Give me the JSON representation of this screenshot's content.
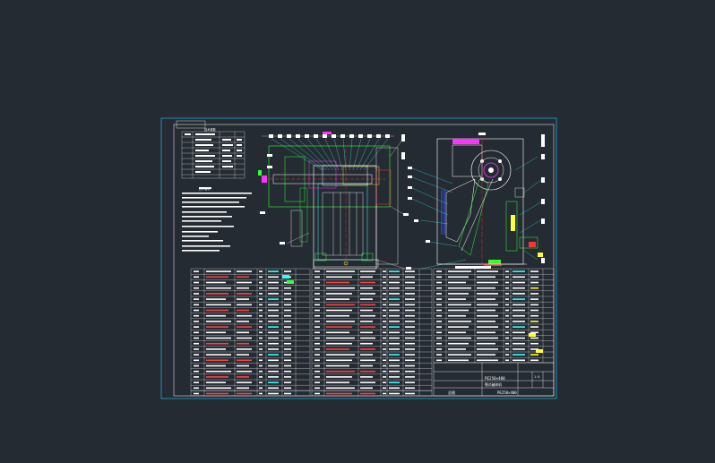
{
  "viewport": {
    "background": "#252b33"
  },
  "sheet": {
    "frame_color": "#1fa8d8",
    "line_color": "#ffffff",
    "accent_colors": {
      "magenta": "#ff33ff",
      "green": "#33ff33",
      "yellow": "#ffff33",
      "red": "#ff3333",
      "cyan": "#33ffff",
      "blue": "#3355ff"
    }
  },
  "title_block": {
    "drawing_name": "PE250×400",
    "subtitle": "颚式破碎机",
    "drawing_number": "PE250×400",
    "scale": "1:5",
    "sheet_label": "总图"
  },
  "tech_table": {
    "title": "技术参数"
  },
  "notes": {
    "title": "技术要求"
  }
}
